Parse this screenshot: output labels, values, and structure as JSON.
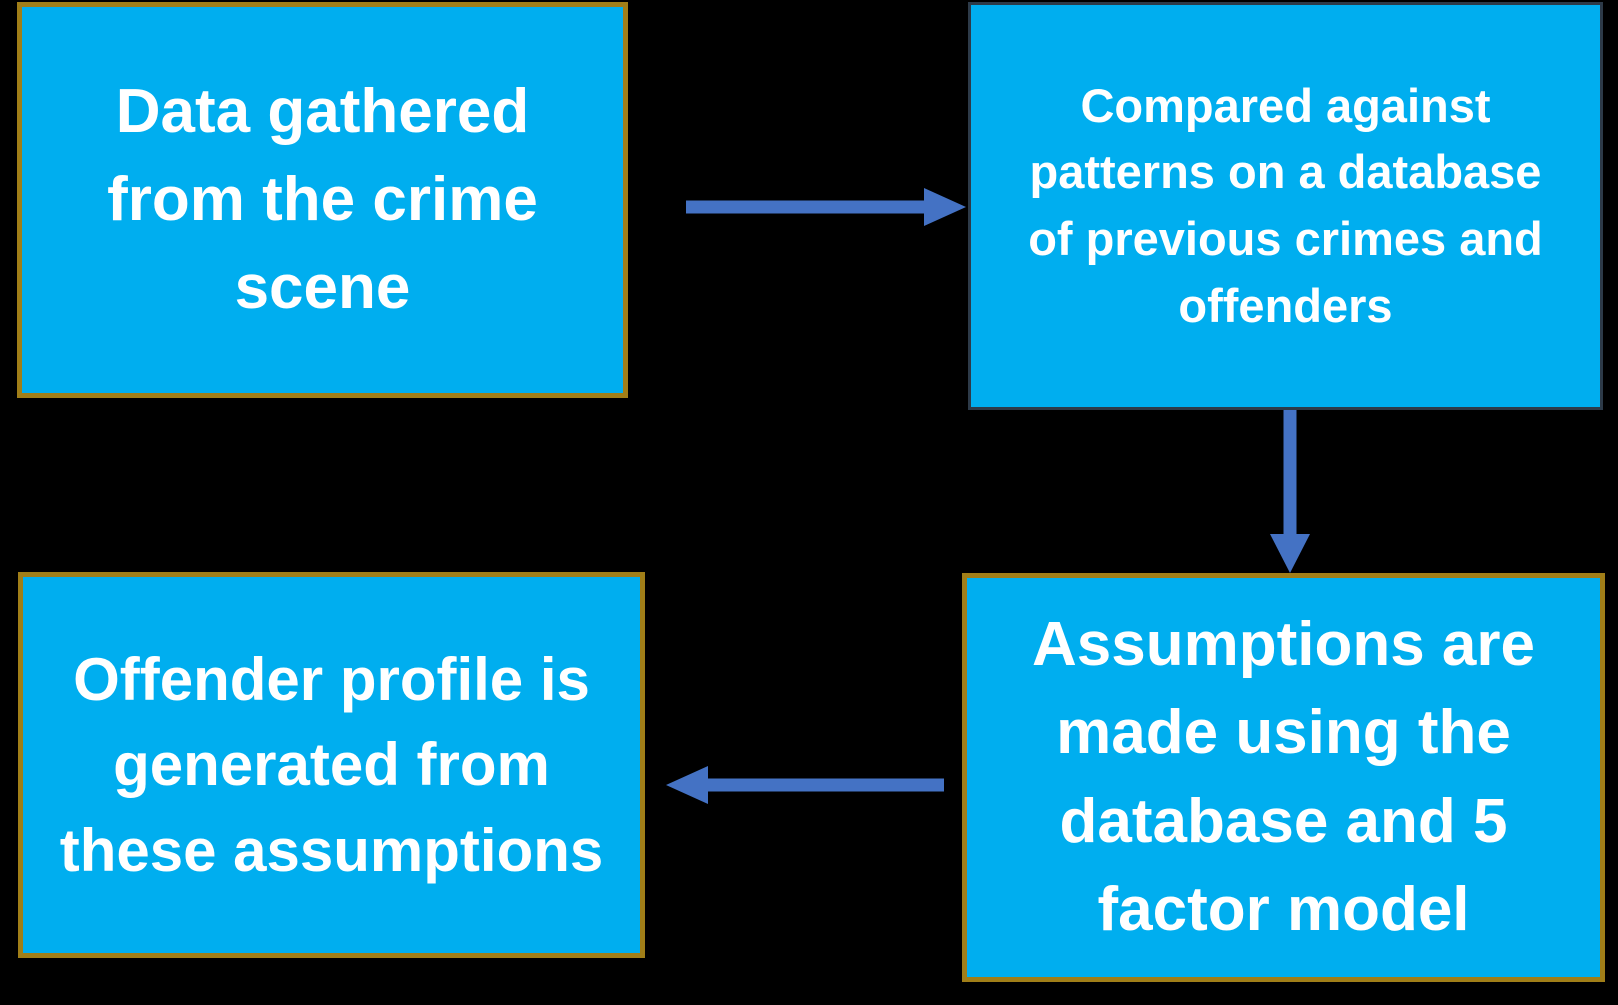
{
  "colors": {
    "background": "#000000",
    "box_fill": "#00AEEF",
    "box_border": "#A07E18",
    "box2_border": "#2D3A48",
    "arrow": "#4472C4",
    "text": "#FFFFFF"
  },
  "boxes": {
    "data_gathered": {
      "text": "Data gathered\nfrom the crime\nscene"
    },
    "compared": {
      "text": "Compared against\npatterns on a database\nof previous crimes and\noffenders"
    },
    "assumptions": {
      "text": "Assumptions are\nmade using the\ndatabase and 5\nfactor model"
    },
    "profile": {
      "text": "Offender profile is\ngenerated from\nthese assumptions"
    }
  },
  "arrows": [
    {
      "from": "data_gathered",
      "to": "compared",
      "direction": "right"
    },
    {
      "from": "compared",
      "to": "assumptions",
      "direction": "down"
    },
    {
      "from": "assumptions",
      "to": "profile",
      "direction": "left"
    }
  ]
}
